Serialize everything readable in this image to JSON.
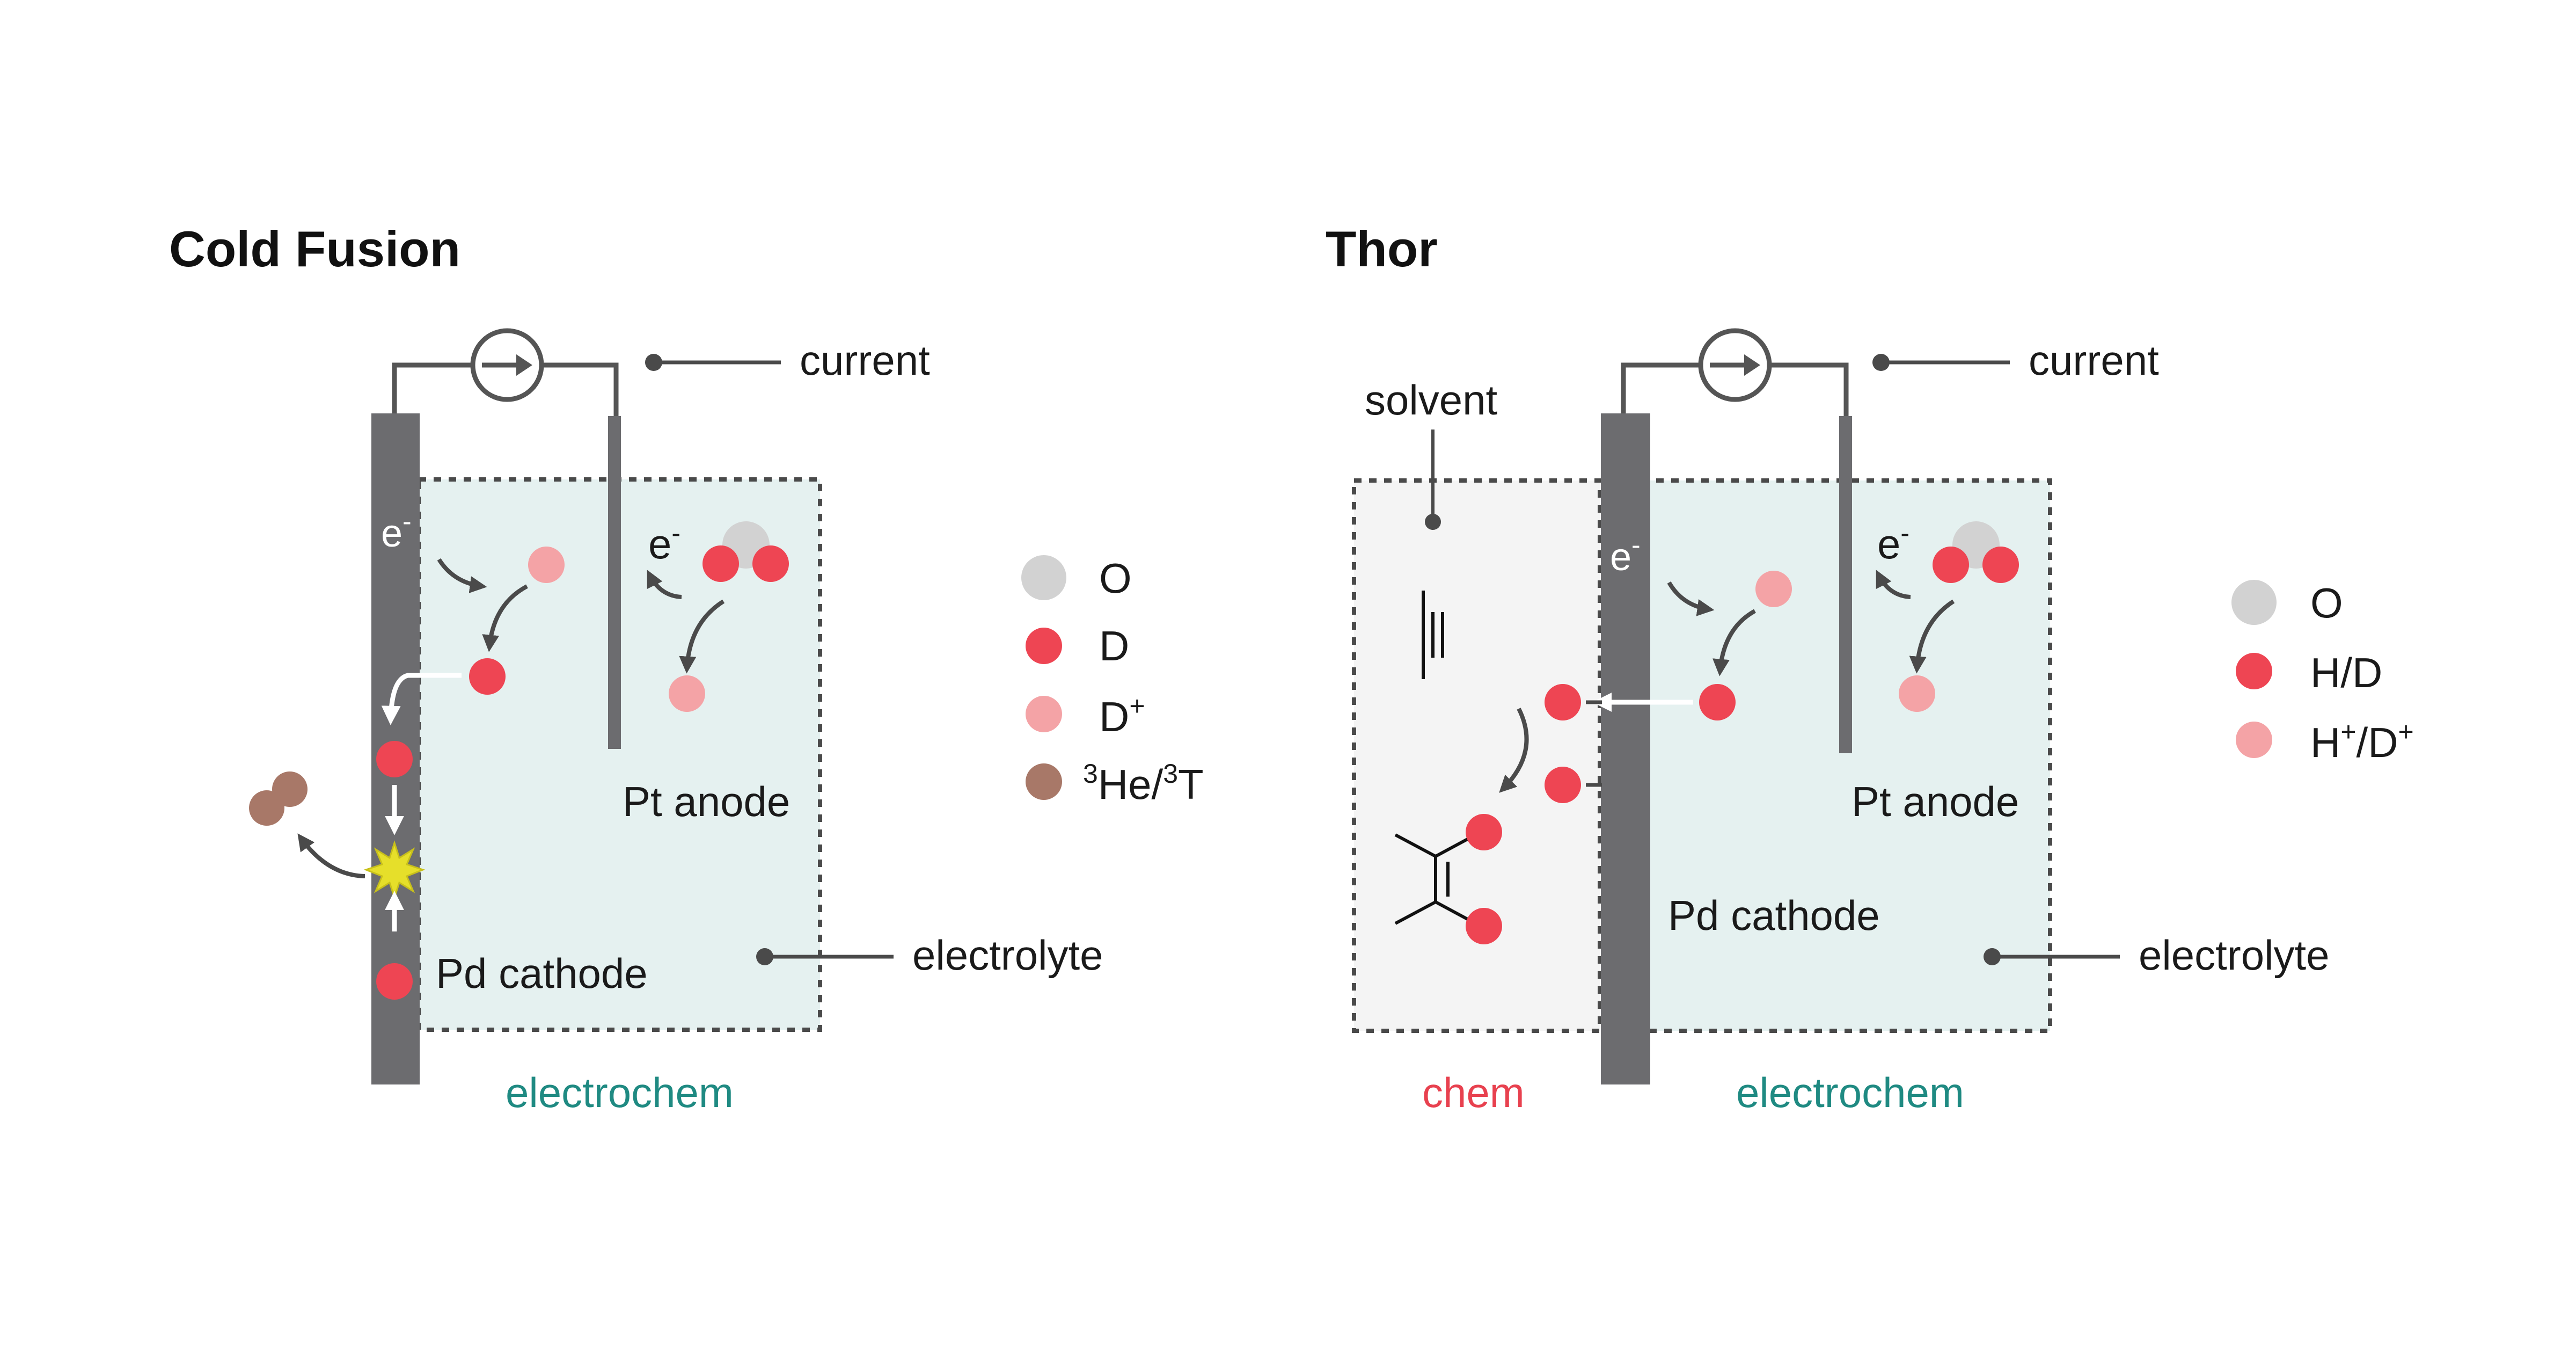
{
  "colors": {
    "electrode": "#6c6c6f",
    "wire": "#555555",
    "electrolyte_fill": "#e5f1f0",
    "solvent_fill": "#f4f4f4",
    "oxygen": "#d2d2d2",
    "deuterium": "#ee4553",
    "ion": "#f4a3a6",
    "helium_tritium": "#a87868",
    "flash": "#e6df2a",
    "teal_text": "#1f8a82",
    "red_text": "#e8414f"
  },
  "cold_fusion": {
    "title": "Cold Fusion",
    "current_label": "current",
    "electron_cathode": "e",
    "electron_anode": "e",
    "electron_sup": "-",
    "anode_label": "Pt anode",
    "cathode_label": "Pd cathode",
    "electrolyte_label": "electrolyte",
    "region_label": "electrochem",
    "legend": {
      "o": "O",
      "d": "D",
      "d_ion": "D",
      "d_ion_sup": "+",
      "he_sup1": "3",
      "he_mid": "He/",
      "he_sup2": "3",
      "he_end": "T"
    }
  },
  "thor": {
    "title": "Thor",
    "current_label": "current",
    "solvent_label": "solvent",
    "electron_cathode": "e",
    "electron_anode": "e",
    "electron_sup": "-",
    "anode_label": "Pt anode",
    "cathode_label": "Pd cathode",
    "electrolyte_label": "electrolyte",
    "chem_label": "chem",
    "region_label": "electrochem",
    "legend": {
      "o": "O",
      "hd": "H/D",
      "h": "H",
      "h_sup": "+",
      "slash": "/D",
      "d_sup": "+"
    }
  }
}
